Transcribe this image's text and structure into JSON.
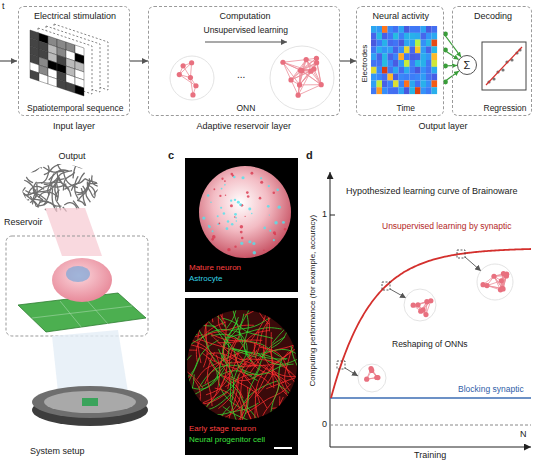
{
  "diagram": {
    "nodes": [
      {
        "text": [
          "Electrical stimulation",
          "Spatiotemporal sequence"
        ]
      },
      {
        "text": [
          "Computation",
          "Unsupervised learning",
          "...",
          "ONN"
        ]
      },
      {
        "text": [
          "Neural activity",
          "Electrodes",
          "Time"
        ]
      },
      {
        "text": [
          "Decoding",
          "Regression"
        ]
      },
      {
        "text": [
          "Σ"
        ],
        "in": 3
      }
    ],
    "edges": [
      {
        "from": 0,
        "to": 1,
        "arrow": "to"
      },
      {
        "from": 1,
        "to": 2,
        "arrow": "to"
      },
      {
        "from": 2,
        "to": 4,
        "arrow": "to"
      },
      {
        "from": 2,
        "to": 4,
        "arrow": "to"
      },
      {
        "from": 2,
        "to": 4,
        "arrow": "to"
      },
      {
        "from": 2,
        "to": 4,
        "arrow": "to"
      }
    ],
    "labels": [
      "t",
      "Input layer",
      "Adaptive reservoir layer",
      "Output layer",
      "Output",
      "Reservoir",
      "System setup",
      "c",
      "Mature neuron",
      "Astrocyte",
      "Early stage neuron",
      "Neural progenitor cell",
      "d",
      "Hypothesized learning curve of Brainoware",
      "Computing performance (for example, accuracy)",
      "1",
      "0",
      "Unsupervised learning by synaptic",
      "Reshaping of ONNs",
      "Blocking synaptic",
      "Training",
      "N"
    ]
  }
}
